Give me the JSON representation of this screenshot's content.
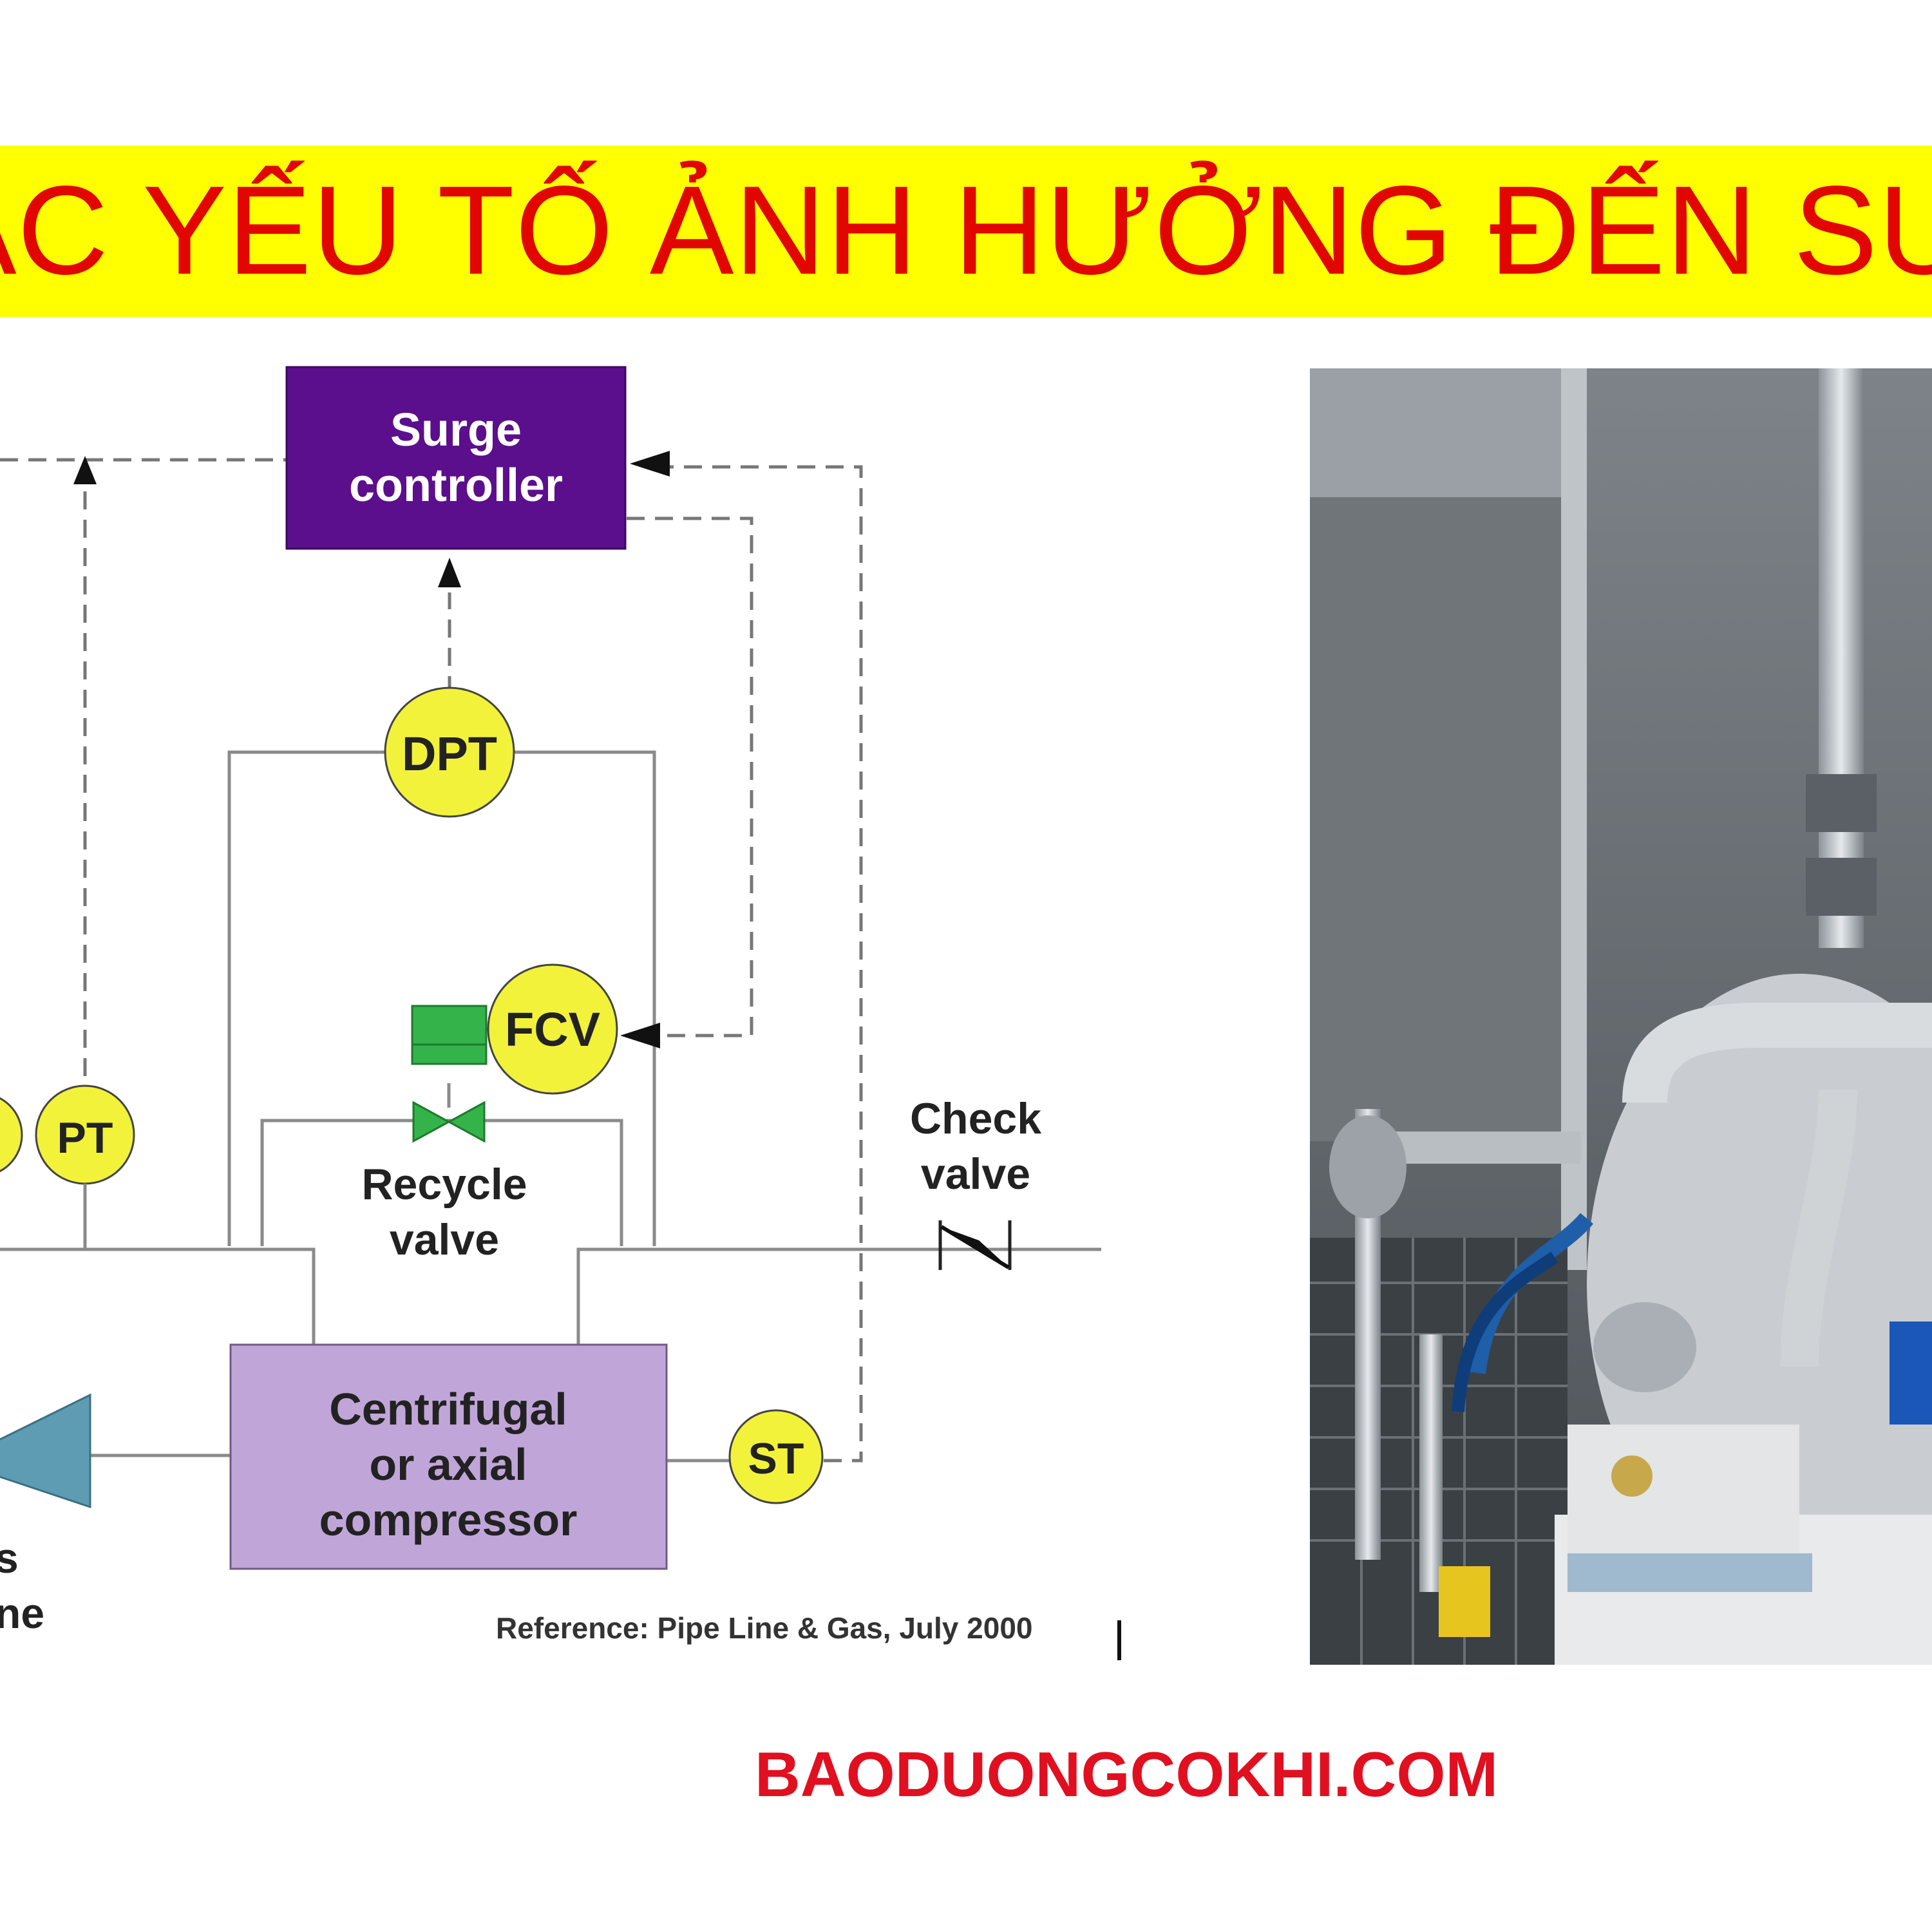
{
  "title": "ẮC YẾU TỐ ẢNH HƯỞNG ĐẾN SURGE",
  "diagram": {
    "surge_controller": [
      "Surge",
      "controller"
    ],
    "dpt": "DPT",
    "fcv": "FCV",
    "pt": "PT",
    "st": "ST",
    "recycle_valve": [
      "Recycle",
      "valve"
    ],
    "check_valve": [
      "Check",
      "valve"
    ],
    "compressor": [
      "Centrifugal",
      "or axial",
      "compressor"
    ],
    "turbine_fragment": [
      "s",
      "ne"
    ],
    "reference": "Reference: Pipe Line & Gas, July 2000"
  },
  "website": "BAODUONGCOKHI.COM",
  "colors": {
    "banner_bg": "#ffff00",
    "title_red": "#e10600",
    "controller_purple": "#5b0f8c",
    "compressor_lavender": "#c0a6d8",
    "instrument_yellow": "#f2f23a",
    "valve_green": "#34b34a",
    "turbine_blue": "#5e9cb4"
  }
}
